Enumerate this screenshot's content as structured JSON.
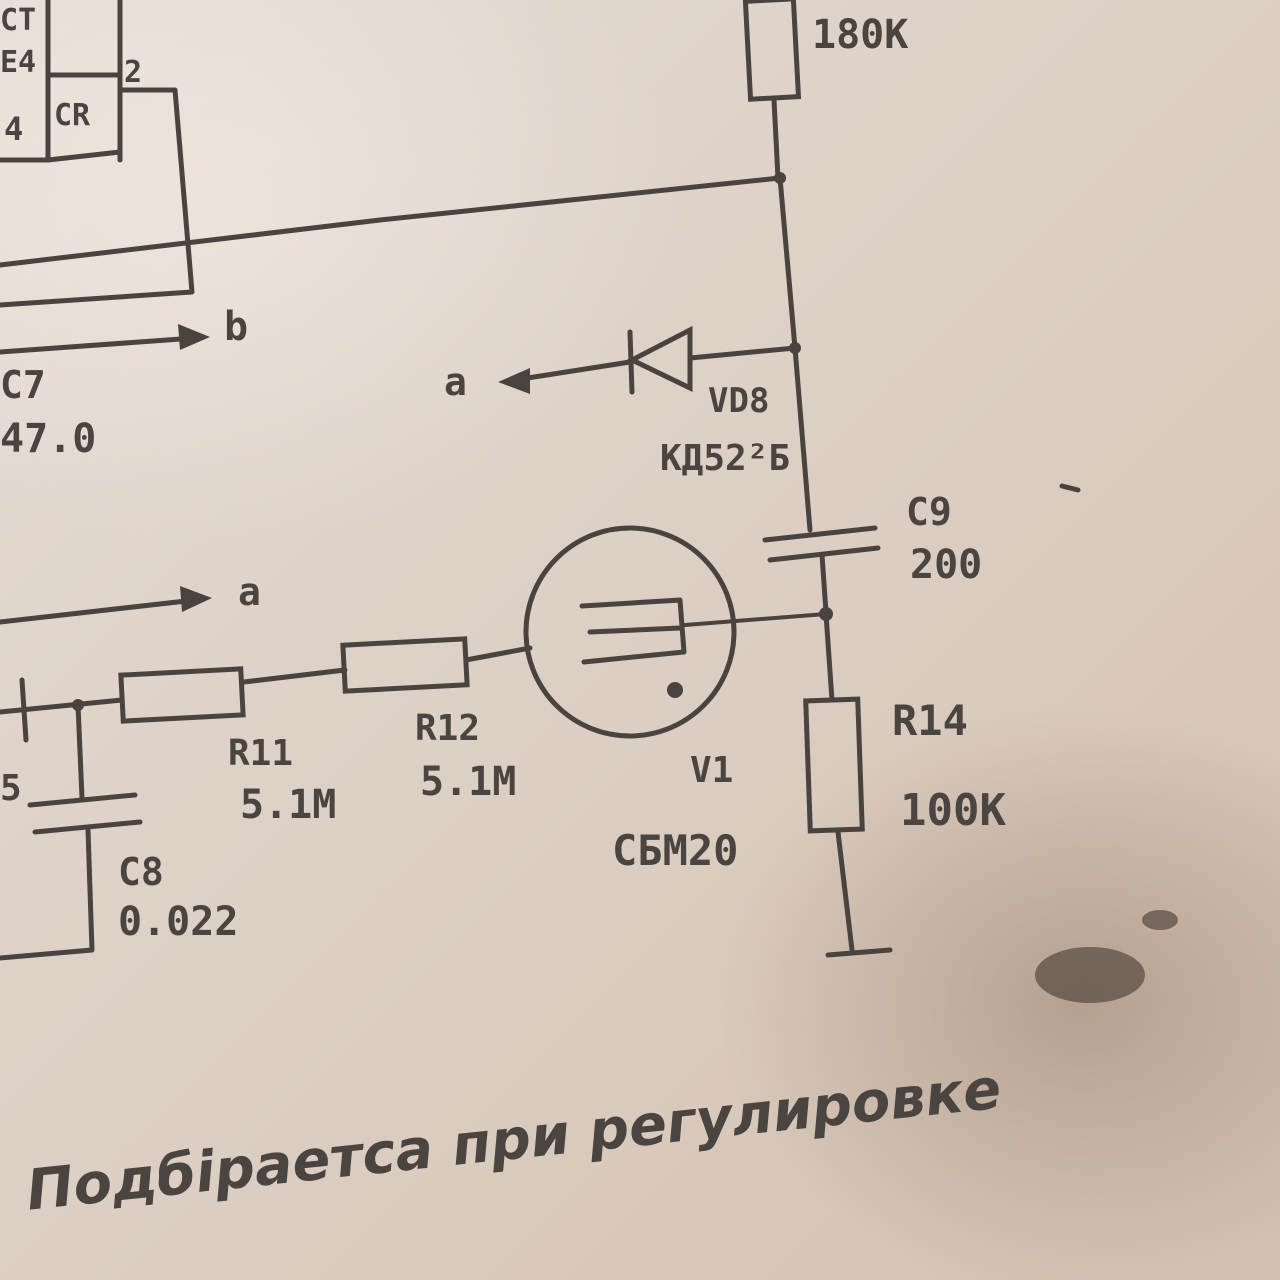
{
  "partial_top": {
    "block_line_1": "CT",
    "block_line_2": "E4",
    "block_line_3": "4",
    "block_cr": "CR",
    "block_pin": "2",
    "r_top_value": "180K",
    "c7_ref": "C7",
    "c7_value": "47.0",
    "b_label": "b",
    "left_partial": "5"
  },
  "diode": {
    "ref": "VD8",
    "type": "КД52²Б",
    "output_label": "a"
  },
  "capacitor_c9": {
    "ref": "C9",
    "value": "200"
  },
  "tube": {
    "ref": "V1",
    "type": "СБМ20"
  },
  "resistor_r14": {
    "ref": "R14",
    "value": "100K"
  },
  "resistor_r11": {
    "ref": "R11",
    "value": "5.1M"
  },
  "resistor_r12": {
    "ref": "R12",
    "value": "5.1M"
  },
  "capacitor_c8": {
    "ref": "C8",
    "value": "0.022"
  },
  "net_a_label": "a",
  "note": "Подбіраетса   при   регулировке"
}
